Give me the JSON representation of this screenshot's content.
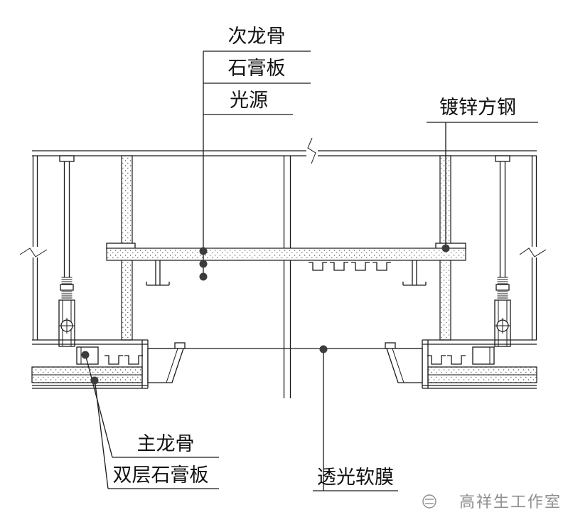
{
  "labels": {
    "secondary_keel": "次龙骨",
    "gypsum_board": "石膏板",
    "light_source": "光源",
    "galvanized_square_steel": "镀锌方钢",
    "main_keel": "主龙骨",
    "double_gypsum_board": "双层石膏板",
    "translucent_membrane": "透光软膜"
  },
  "watermark": {
    "studio_name": "高祥生工作室"
  },
  "colors": {
    "line": "#1a1a1a",
    "leader_dot": "#3c3c3c",
    "watermark": "#8f8f8f",
    "background": "#ffffff"
  }
}
